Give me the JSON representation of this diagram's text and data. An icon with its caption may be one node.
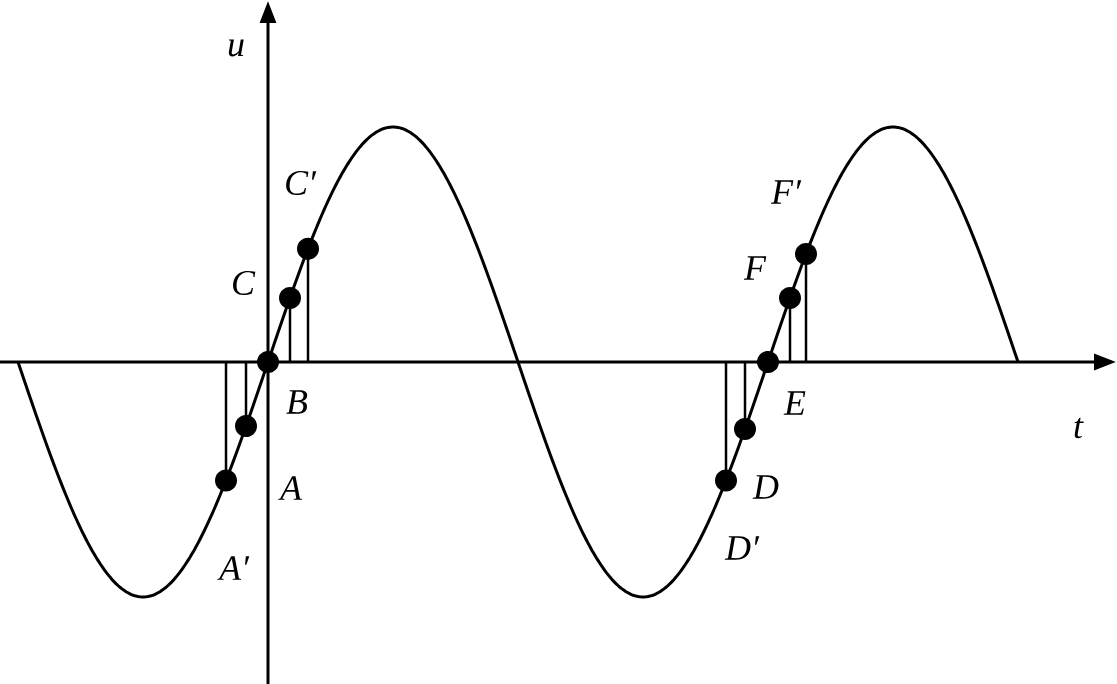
{
  "diagram": {
    "labels": [
      "u",
      "C′",
      "C",
      "B",
      "t",
      "A",
      "A′",
      "F′",
      "F",
      "E",
      "D",
      "D′"
    ]
  }
}
